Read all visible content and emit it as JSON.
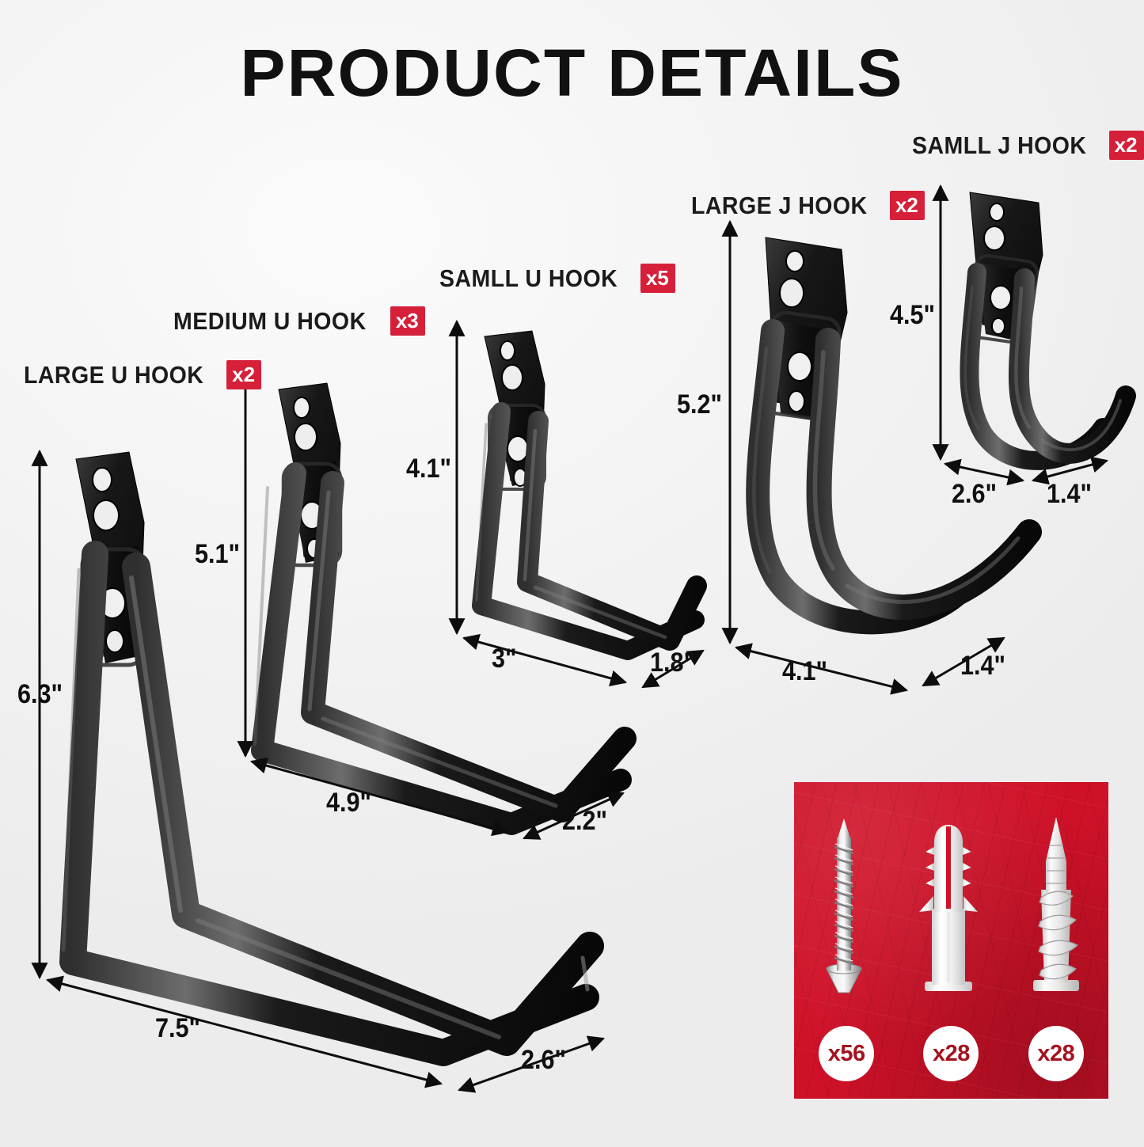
{
  "header": {
    "title": "PRODUCT DETAILS"
  },
  "colors": {
    "badge_red": "#d6203a",
    "panel_red": "#cf1128",
    "badge_text": "#ffffff",
    "hook_black": "#131313",
    "background": "#f2f2f2",
    "dim_text": "#101010",
    "count_text": "#a5121f"
  },
  "products": [
    {
      "id": "large-u-hook",
      "name": "LARGE U HOOK",
      "count": "x2",
      "height": "6.3\"",
      "length": "7.5\"",
      "depth": "2.6\""
    },
    {
      "id": "medium-u-hook",
      "name": "MEDIUM U HOOK",
      "count": "x3",
      "height": "5.1\"",
      "length": "4.9\"",
      "depth": "2.2\""
    },
    {
      "id": "small-u-hook",
      "name": "SAMLL U HOOK",
      "count": "x5",
      "height": "4.1\"",
      "length": "3\"",
      "depth": "1.8\""
    },
    {
      "id": "large-j-hook",
      "name": "LARGE J HOOK",
      "count": "x2",
      "height": "5.2\"",
      "length": "4.1\"",
      "depth": "1.4\""
    },
    {
      "id": "small-j-hook",
      "name": "SAMLL J HOOK",
      "count": "x2",
      "height": "4.5\"",
      "length": "2.6\"",
      "depth": "1.4\""
    }
  ],
  "hardware": {
    "items": [
      {
        "id": "wood-screw",
        "icon": "screw-icon",
        "count": "x56"
      },
      {
        "id": "wall-plug-anchor",
        "icon": "wall-anchor-icon",
        "count": "x28"
      },
      {
        "id": "drywall-anchor",
        "icon": "drywall-anchor-icon",
        "count": "x28"
      }
    ]
  }
}
